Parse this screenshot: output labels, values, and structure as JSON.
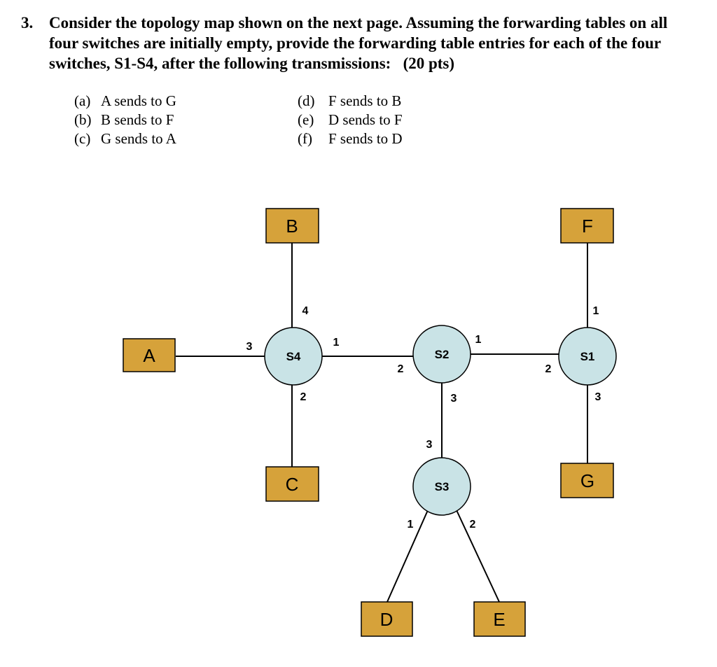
{
  "question": {
    "number": "3.",
    "text": "Consider the topology map shown on the next page. Assuming the forwarding tables on all four switches are initially empty, provide the forwarding table entries for each of the four switches, S1-S4, after the following transmissions:   (20 pts)"
  },
  "transmissions_left": [
    {
      "label": "(a)",
      "text": "A sends to G"
    },
    {
      "label": "(b)",
      "text": "B sends to F"
    },
    {
      "label": "(c)",
      "text": "G sends to A"
    }
  ],
  "transmissions_right": [
    {
      "label": "(d)",
      "text": "F sends to B"
    },
    {
      "label": "(e)",
      "text": "D sends to F"
    },
    {
      "label": "(f)",
      "text": "F sends to D"
    }
  ],
  "diagram": {
    "colors": {
      "host_fill": "#d6a23a",
      "switch_fill": "#c9e3e6"
    },
    "hosts": {
      "A": "A",
      "B": "B",
      "C": "C",
      "D": "D",
      "E": "E",
      "F": "F",
      "G": "G"
    },
    "switches": {
      "S1": "S1",
      "S2": "S2",
      "S3": "S3",
      "S4": "S4"
    },
    "ports": {
      "s4_a": "3",
      "s4_b": "4",
      "s4_s2": "1",
      "s4_c": "2",
      "s2_s4": "2",
      "s2_s1": "1",
      "s2_s3": "3",
      "s1_f": "1",
      "s1_s2": "2",
      "s1_g": "3",
      "s3_s2": "3",
      "s3_d": "1",
      "s3_e": "2"
    }
  }
}
